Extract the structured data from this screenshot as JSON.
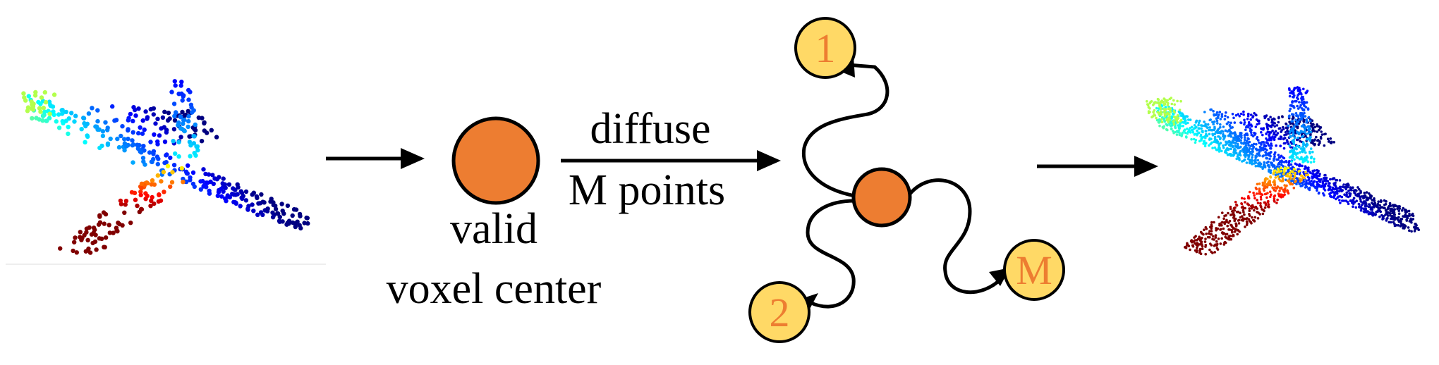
{
  "labels": {
    "voxel_line1": "valid",
    "voxel_line2": "voxel center",
    "arrow_top": "diffuse",
    "arrow_bottom": "M points"
  },
  "nodes": [
    {
      "label": "1"
    },
    {
      "label": "2"
    },
    {
      "label": "M"
    }
  ],
  "colors": {
    "voxel": "#ED7D31",
    "node_fill": "#FFD966",
    "node_text": "#ED7D31",
    "stroke": "#000000"
  }
}
